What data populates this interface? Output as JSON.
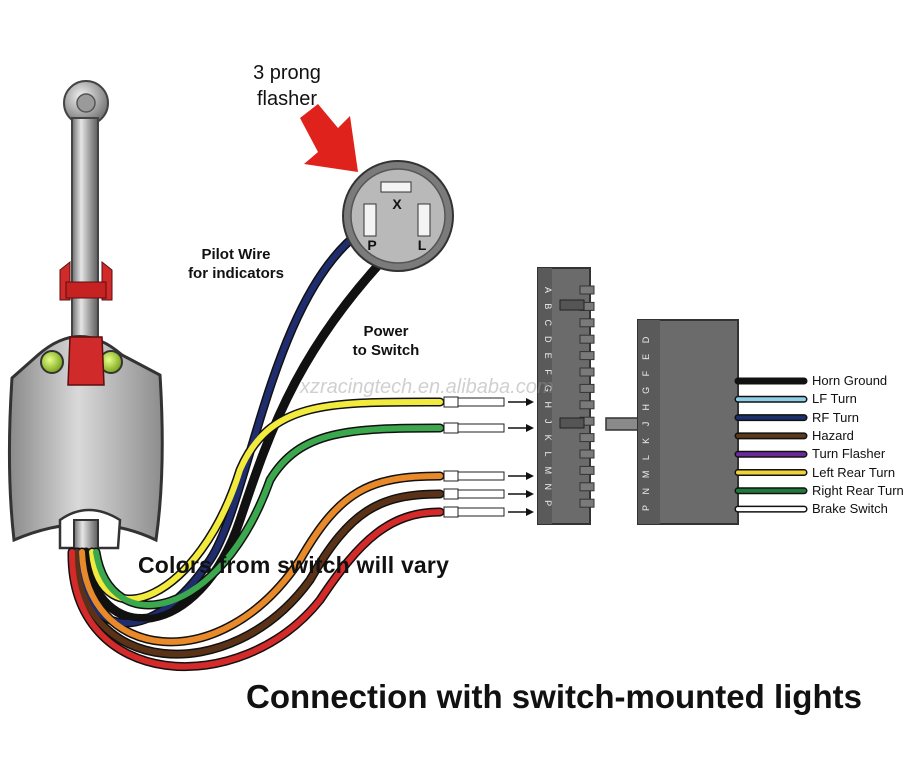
{
  "flasher": {
    "title_line1": "3 prong",
    "title_line2": "flasher",
    "terminal_x": "X",
    "terminal_p": "P",
    "terminal_l": "L"
  },
  "labels": {
    "pilot_line1": "Pilot Wire",
    "pilot_line2": "for indicators",
    "power_line1": "Power",
    "power_line2": "to Switch",
    "colors_vary": "Colors from switch will vary",
    "main_title": "Connection with switch-mounted lights",
    "watermark": "xzracingtech.en.alibaba.com"
  },
  "connector_left_letters": [
    "A",
    "B",
    "C",
    "D",
    "E",
    "F",
    "G",
    "H",
    "J",
    "K",
    "L",
    "M",
    "N",
    "P"
  ],
  "connector_right_letters": [
    "D",
    "E",
    "F",
    "G",
    "H",
    "J",
    "K",
    "L",
    "M",
    "N",
    "P"
  ],
  "output_wires": [
    {
      "label": "Horn Ground",
      "color": "#111111"
    },
    {
      "label": "LF Turn",
      "color": "#8ecfe8"
    },
    {
      "label": "RF Turn",
      "color": "#1d2f6b"
    },
    {
      "label": "Hazard",
      "color": "#5a3a1c"
    },
    {
      "label": "Turn Flasher",
      "color": "#6a2a9a"
    },
    {
      "label": "Left Rear Turn",
      "color": "#f0d23a"
    },
    {
      "label": "Right Rear Turn",
      "color": "#1f7a3a"
    },
    {
      "label": "Brake Switch",
      "color": "#ffffff"
    }
  ],
  "switch_wire_colors": {
    "blue": "#1f2d6e",
    "black": "#111111",
    "yellow": "#f2ea3c",
    "green": "#3ba84e",
    "orange": "#e8892a",
    "brown": "#5a3218",
    "red": "#d42a2a"
  }
}
